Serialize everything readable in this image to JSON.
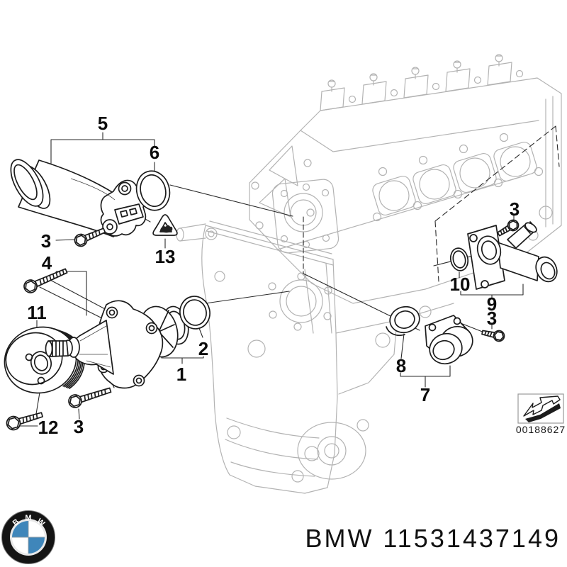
{
  "diagram": {
    "callouts": {
      "water_pump": "1",
      "oring_pump": "2",
      "bolt_pipe": "3",
      "bolt_pump": "3",
      "bolt_flange": "3",
      "bolt_cap": "3",
      "stud_bolt": "4",
      "pipe_assembly": "5",
      "oring_pipe": "6",
      "cap": "7",
      "seal_ring": "8",
      "coolant_flange": "9",
      "oring_flange": "10",
      "pulley": "11",
      "bolt_pulley": "12",
      "warning": "13"
    },
    "stamp": {
      "number": "00188627"
    },
    "footer": {
      "caption": "BMW 11531437149"
    },
    "logo": {
      "letters": [
        "B",
        "M",
        "W"
      ]
    },
    "colors": {
      "part_line": "#1c1c1c",
      "engine_line": "#b3b3b3",
      "logo_blue": "#3f86ba",
      "text": "#111111"
    }
  }
}
